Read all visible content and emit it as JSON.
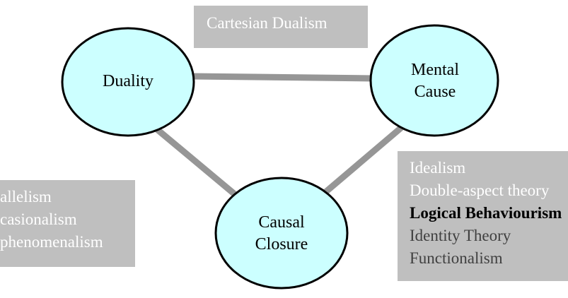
{
  "colors": {
    "node_fill": "#ccffff",
    "node_stroke": "#000000",
    "connector": "#969696",
    "box_fill": "#bfbfbf",
    "text_light": "#ffffff",
    "text_dark": "#404040",
    "text_bold": "#000000"
  },
  "nodes": {
    "duality": {
      "label": "Duality"
    },
    "mental_cause": {
      "label_line1": "Mental",
      "label_line2": "Cause"
    },
    "causal_closure": {
      "label_line1": "Causal",
      "label_line2": "Closure"
    }
  },
  "connectors": [
    {
      "from": "Duality",
      "to": "Mental Cause"
    },
    {
      "from": "Duality",
      "to": "Causal Closure"
    },
    {
      "from": "Mental Cause",
      "to": "Causal Closure"
    }
  ],
  "boxes": {
    "top": {
      "items": [
        {
          "text": "Cartesian Dualism",
          "style": "light"
        }
      ]
    },
    "left": {
      "items": [
        {
          "text": "allelism",
          "style": "light"
        },
        {
          "text": "casionalism",
          "style": "light"
        },
        {
          "text": "phenomenalism",
          "style": "light"
        }
      ]
    },
    "right": {
      "items": [
        {
          "text": "Idealism",
          "style": "light"
        },
        {
          "text": "Double-aspect theory",
          "style": "light"
        },
        {
          "text": "Logical Behaviourism",
          "style": "bold"
        },
        {
          "text": "Identity Theory",
          "style": "dark"
        },
        {
          "text": "Functionalism",
          "style": "dark"
        }
      ]
    }
  }
}
